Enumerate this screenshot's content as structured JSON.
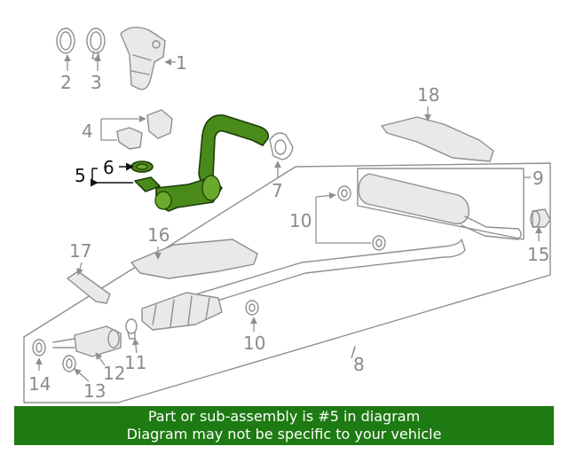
{
  "callouts": {
    "c1": "1",
    "c2": "2",
    "c3": "3",
    "c4": "4",
    "c5": "5",
    "c6": "6",
    "c7": "7",
    "c8": "8",
    "c9": "9",
    "c10a": "10",
    "c10b": "10",
    "c11": "11",
    "c12": "12",
    "c13": "13",
    "c14": "14",
    "c15": "15",
    "c16": "16",
    "c17": "17",
    "c18": "18"
  },
  "highlight_part": "5",
  "colors": {
    "highlight": "#4a8a1a",
    "banner": "#1e7a12",
    "line": "#8f8f8f"
  },
  "banner": {
    "line1": "Part or sub-assembly is #5 in diagram",
    "line2": "Diagram may not be specific to your vehicle"
  }
}
